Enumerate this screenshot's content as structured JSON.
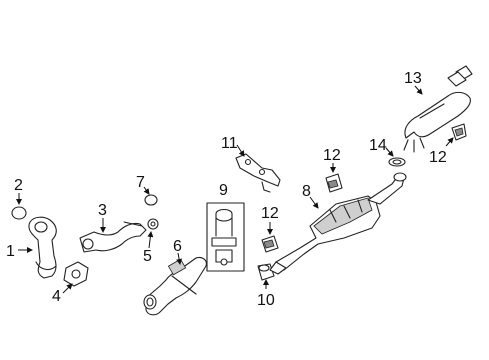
{
  "diagram": {
    "callouts": [
      {
        "id": "1",
        "text": "1"
      },
      {
        "id": "2",
        "text": "2"
      },
      {
        "id": "3",
        "text": "3"
      },
      {
        "id": "4",
        "text": "4"
      },
      {
        "id": "5",
        "text": "5"
      },
      {
        "id": "6",
        "text": "6"
      },
      {
        "id": "7",
        "text": "7"
      },
      {
        "id": "8",
        "text": "8"
      },
      {
        "id": "9",
        "text": "9"
      },
      {
        "id": "10",
        "text": "10"
      },
      {
        "id": "11",
        "text": "11"
      },
      {
        "id": "12a",
        "text": "12"
      },
      {
        "id": "12b",
        "text": "12"
      },
      {
        "id": "12c",
        "text": "12"
      },
      {
        "id": "13",
        "text": "13"
      },
      {
        "id": "14",
        "text": "14"
      }
    ]
  }
}
